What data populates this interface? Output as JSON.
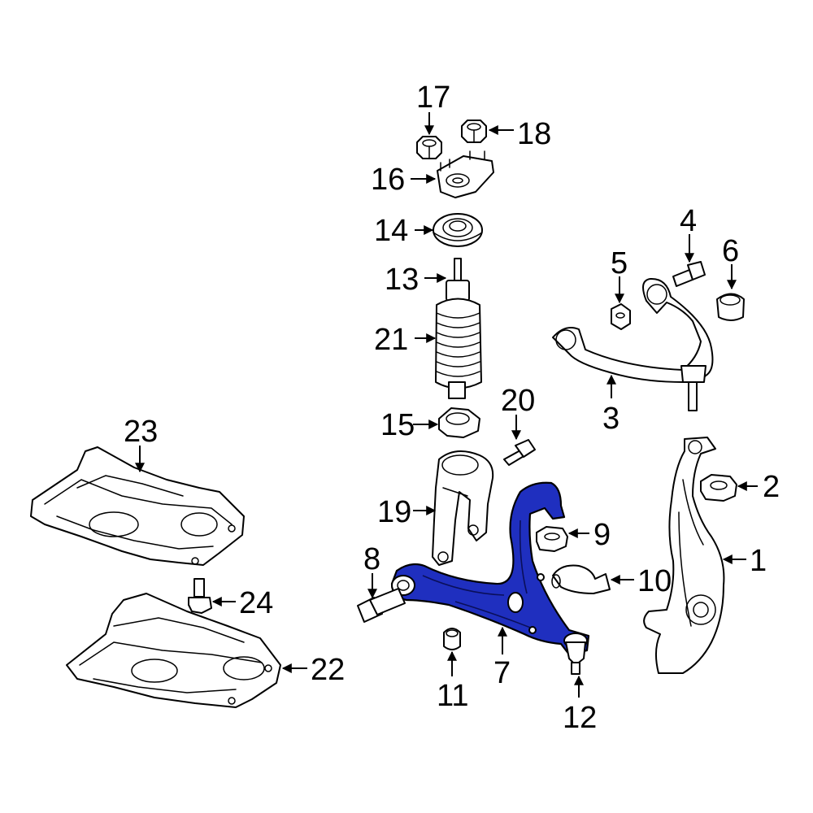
{
  "diagram": {
    "highlight_color": "#1f2fbf",
    "line_color": "#000000",
    "background": "#ffffff",
    "callouts": [
      {
        "id": "c1",
        "label": "1"
      },
      {
        "id": "c2",
        "label": "2"
      },
      {
        "id": "c3",
        "label": "3"
      },
      {
        "id": "c4",
        "label": "4"
      },
      {
        "id": "c5",
        "label": "5"
      },
      {
        "id": "c6",
        "label": "6"
      },
      {
        "id": "c7",
        "label": "7"
      },
      {
        "id": "c8",
        "label": "8"
      },
      {
        "id": "c9",
        "label": "9"
      },
      {
        "id": "c10",
        "label": "10"
      },
      {
        "id": "c11",
        "label": "11"
      },
      {
        "id": "c12",
        "label": "12"
      },
      {
        "id": "c13",
        "label": "13"
      },
      {
        "id": "c14",
        "label": "14"
      },
      {
        "id": "c15",
        "label": "15"
      },
      {
        "id": "c16",
        "label": "16"
      },
      {
        "id": "c17",
        "label": "17"
      },
      {
        "id": "c18",
        "label": "18"
      },
      {
        "id": "c19",
        "label": "19"
      },
      {
        "id": "c20",
        "label": "20"
      },
      {
        "id": "c21",
        "label": "21"
      },
      {
        "id": "c22",
        "label": "22"
      },
      {
        "id": "c23",
        "label": "23"
      },
      {
        "id": "c24",
        "label": "24"
      }
    ],
    "highlighted_part": "7"
  }
}
